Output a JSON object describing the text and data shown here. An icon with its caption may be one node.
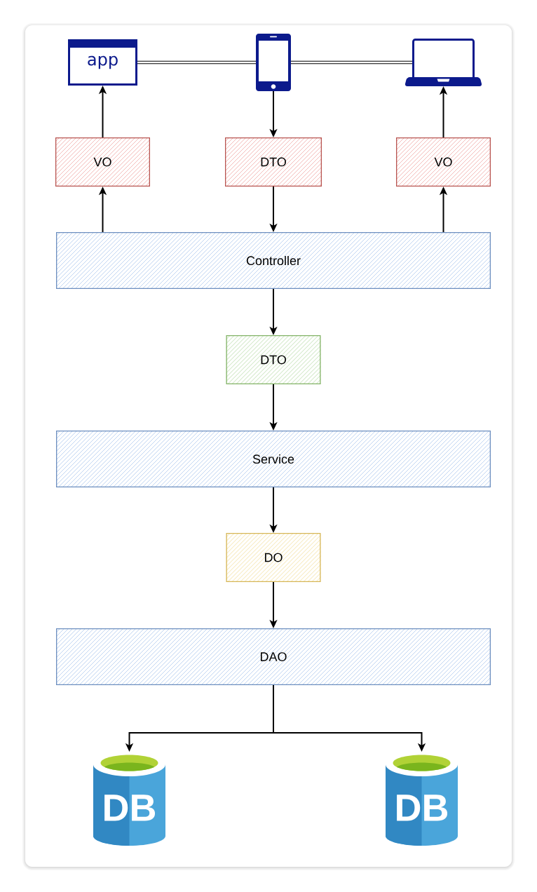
{
  "diagram": {
    "nodes": [
      {
        "text": [
          "app"
        ]
      },
      {
        "text": [],
        "shape": "phone"
      },
      {
        "text": [],
        "shape": "laptop"
      },
      {
        "text": [
          "VO"
        ]
      },
      {
        "text": [
          "DTO"
        ]
      },
      {
        "text": [
          "VO"
        ]
      },
      {
        "text": [
          "Controller"
        ]
      },
      {
        "text": [
          "DTO"
        ]
      },
      {
        "text": [
          "Service"
        ]
      },
      {
        "text": [
          "DO"
        ]
      },
      {
        "text": [
          "DAO"
        ]
      },
      {
        "text": [
          "DB"
        ]
      },
      {
        "text": [
          "DB"
        ]
      }
    ],
    "edges": [
      {
        "from": 0,
        "to": 1,
        "arrow": "none",
        "style": "thick"
      },
      {
        "from": 1,
        "to": 2,
        "arrow": "none",
        "style": "thick"
      },
      {
        "from": 1,
        "to": 4,
        "arrow": "to"
      },
      {
        "from": 3,
        "to": 0,
        "arrow": "to"
      },
      {
        "from": 5,
        "to": 2,
        "arrow": "to"
      },
      {
        "from": 6,
        "to": 3,
        "arrow": "to"
      },
      {
        "from": 4,
        "to": 6,
        "arrow": "to"
      },
      {
        "from": 6,
        "to": 5,
        "arrow": "to"
      },
      {
        "from": 6,
        "to": 7,
        "arrow": "to"
      },
      {
        "from": 7,
        "to": 8,
        "arrow": "to"
      },
      {
        "from": 8,
        "to": 9,
        "arrow": "to"
      },
      {
        "from": 9,
        "to": 10,
        "arrow": "to"
      },
      {
        "from": 10,
        "to": 11,
        "arrow": "to"
      },
      {
        "from": 10,
        "to": 12,
        "arrow": "to"
      }
    ]
  }
}
